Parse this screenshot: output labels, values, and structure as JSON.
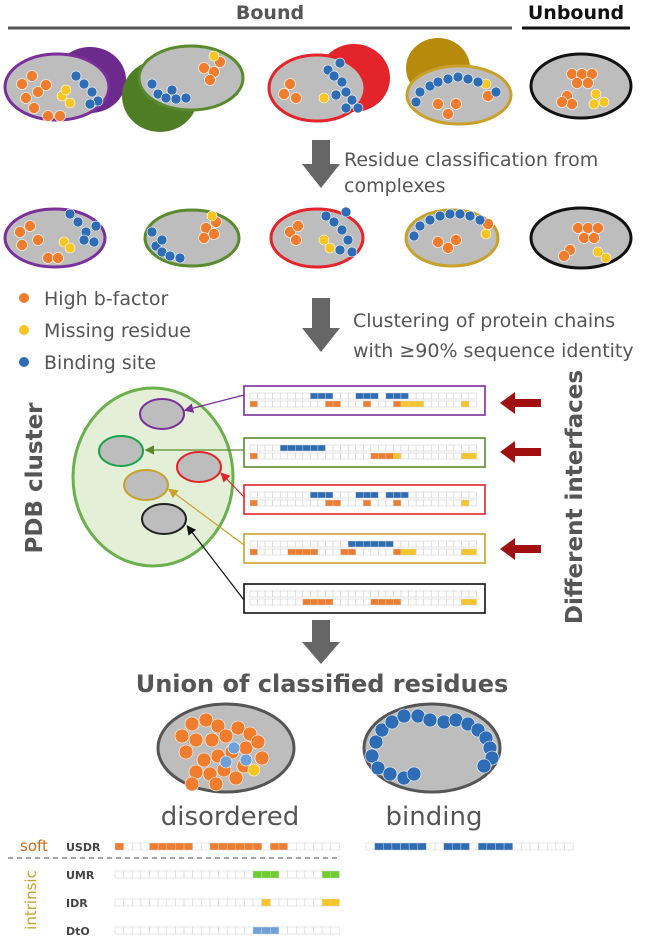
{
  "header": {
    "bound": "Bound",
    "unbound": "Unbound"
  },
  "steps": {
    "step1_line1": "Residue classification from",
    "step1_line2": "complexes",
    "step2_line1": "Clustering of protein chains",
    "step2_line2": "with ≥90% sequence identity"
  },
  "legend": [
    {
      "label": "High b-factor",
      "color": "#ef7d2d"
    },
    {
      "label": "Missing residue",
      "color": "#f7c623"
    },
    {
      "label": "Binding site",
      "color": "#2e6db6"
    }
  ],
  "cluster": {
    "label": "PDB cluster"
  },
  "interfaces": {
    "label": "Different interfaces"
  },
  "union": {
    "title": "Union of classified residues",
    "disordered": "disordered",
    "binding": "binding"
  },
  "tracks": {
    "soft": "soft",
    "intrinsic": "intrinsic",
    "rows": [
      {
        "name": "USDR"
      },
      {
        "name": "UMR"
      },
      {
        "name": "IDR"
      },
      {
        "name": "DtO"
      }
    ]
  },
  "colors": {
    "orange": "#ef7d2d",
    "yellow": "#f7c623",
    "blue": "#2e6db6",
    "purple": "#7a2f9a",
    "green": "#5a8a2e",
    "red": "#e3242b",
    "gold": "#c9a12a",
    "black": "#111111",
    "gray": "#c0c0c0",
    "lime": "#6ccd2c",
    "lightblue": "#6fa0d8",
    "darkred": "#a01010",
    "softlabel": "#c96a16",
    "intrinsiclabel": "#c9a12a"
  }
}
